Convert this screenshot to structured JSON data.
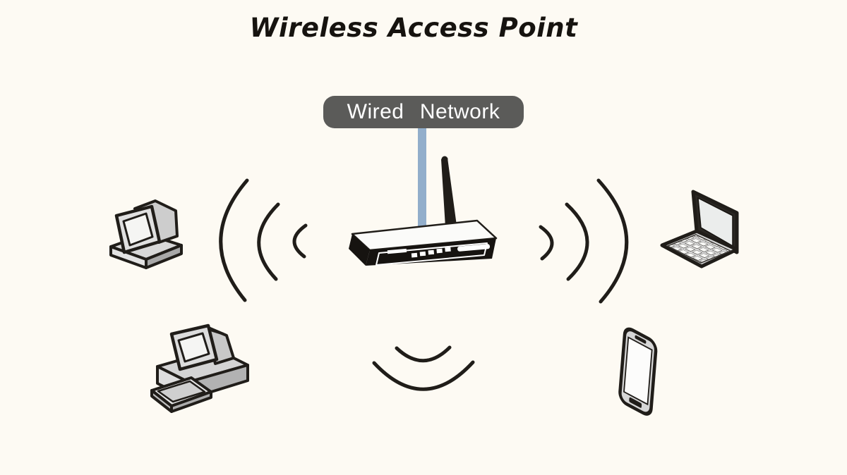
{
  "page": {
    "title": "Wireless Access Point",
    "title_color": "#16130f",
    "background_color": "#fdfaf3"
  },
  "diagram": {
    "badge": {
      "label": "Wired Network",
      "background_color": "#5b5b59",
      "text_color": "#ffffff"
    },
    "cable_color": "#92aecb",
    "outline_color": "#201d19",
    "center_node": "wireless-router-icon",
    "nodes": [
      {
        "id": "desktop-computer-icon",
        "position": "top-left"
      },
      {
        "id": "desktop-computer-2-icon",
        "position": "bottom-left"
      },
      {
        "id": "laptop-icon",
        "position": "top-right"
      },
      {
        "id": "smartphone-icon",
        "position": "bottom-right"
      }
    ],
    "signal_wave_groups": [
      {
        "id": "signal-waves-left-icon",
        "direction": "left",
        "arc_count": 3
      },
      {
        "id": "signal-waves-right-icon",
        "direction": "right",
        "arc_count": 3
      },
      {
        "id": "signal-waves-bottom-icon",
        "direction": "down",
        "arc_count": 2
      }
    ]
  }
}
